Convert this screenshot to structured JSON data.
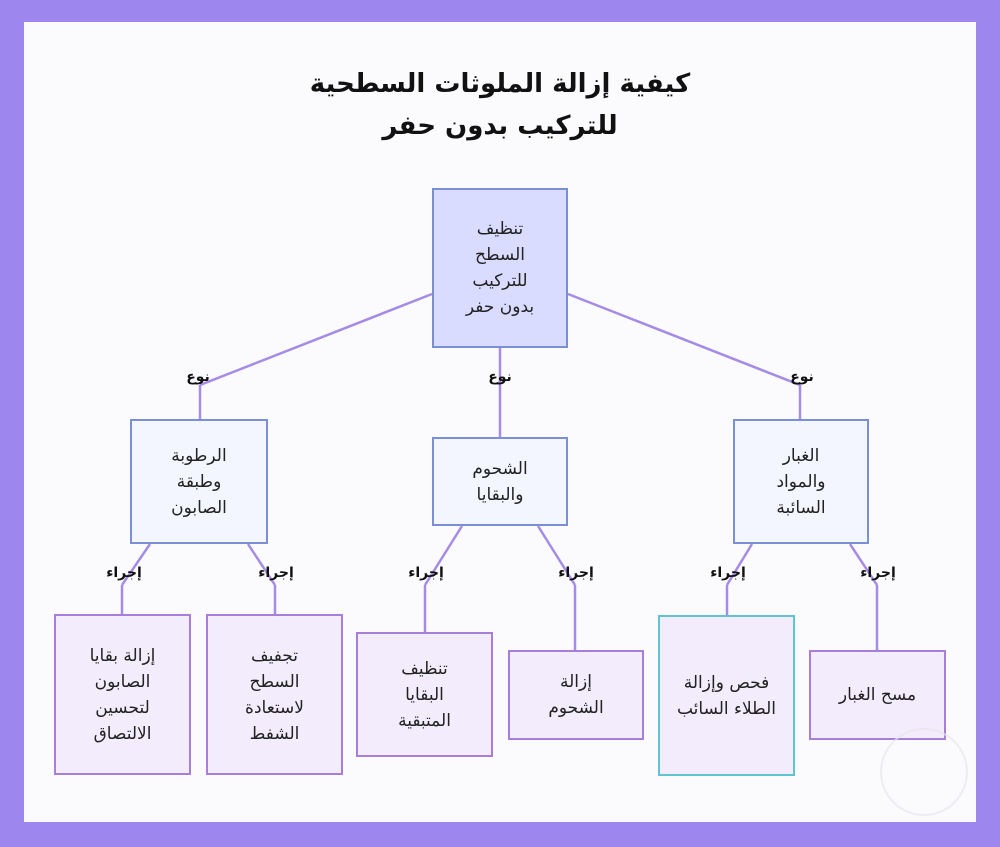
{
  "title": {
    "line1": "كيفية إزالة الملوثات السطحية",
    "line2": "للتركيب بدون حفر"
  },
  "nodes": {
    "root": "تنظيف السطح للتركيب بدون حفر",
    "cat_dust": "الغبار والمواد السائبة",
    "cat_grease": "الشحوم والبقايا",
    "cat_moisture": "الرطوبة وطبقة الصابون",
    "act_wipe_dust": "مسح الغبار",
    "act_inspect_paint": "فحص وإزالة الطلاء السائب",
    "act_remove_grease": "إزالة الشحوم",
    "act_clean_residue": "تنظيف البقايا المتبقية",
    "act_dry_surface": "تجفيف السطح لاستعادة الشفط",
    "act_remove_soap": "إزالة بقايا الصابون لتحسين الالتصاق"
  },
  "edge_labels": {
    "type": "نوع",
    "action": "إجراء"
  },
  "colors": {
    "background": "#9d86ee",
    "root_fill": "#d9dcff",
    "category_border": "#7b8fd6",
    "action_border": "#a77fd8",
    "highlight_border": "#5fc4d2",
    "edge": "#a58be6"
  }
}
